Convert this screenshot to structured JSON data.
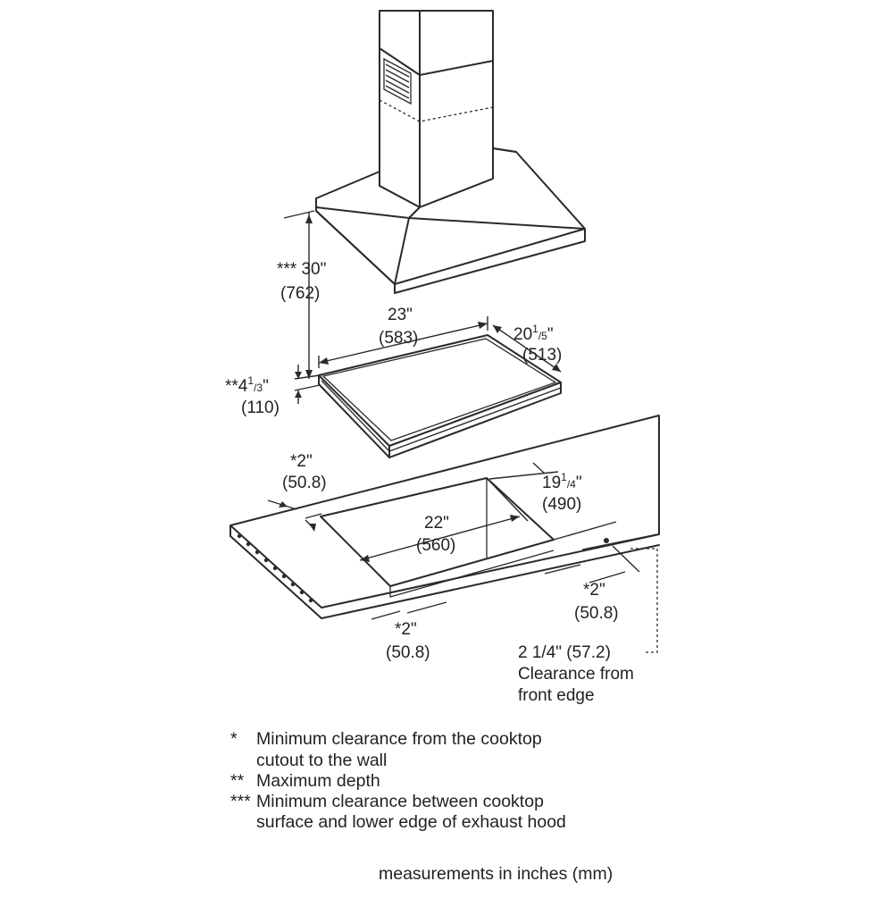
{
  "dimensions": {
    "hood_height": {
      "value": "*** 30\"",
      "mm": "(762)"
    },
    "cooktop_width": {
      "value": "23\"",
      "mm": "(583)"
    },
    "cooktop_depth": {
      "whole": "20",
      "num": "1",
      "den": "5",
      "unit": "\"",
      "mm": "(513)"
    },
    "cooktop_thickness": {
      "prefix": "**4",
      "num": "1",
      "den": "3",
      "unit": "\"",
      "mm": "(110)"
    },
    "wall_clearance": {
      "value": "*2\"",
      "mm": "(50.8)"
    },
    "cutout_depth": {
      "whole": "19",
      "num": "1",
      "den": "4",
      "unit": "\"",
      "mm": "(490)"
    },
    "cutout_width": {
      "value": "22\"",
      "mm": "(560)"
    },
    "side_clearance_right": {
      "value": "*2\"",
      "mm": "(50.8)"
    },
    "side_clearance_left": {
      "value": "*2\"",
      "mm": "(50.8)"
    },
    "front_edge_clearance": {
      "value": "2 1/4\" (57.2)",
      "line1": "Clearance from",
      "line2": "front edge"
    }
  },
  "notes": [
    {
      "mark": "*",
      "line1": "Minimum clearance from the cooktop",
      "line2": "cutout to the wall"
    },
    {
      "mark": "**",
      "line1": "Maximum depth",
      "line2": ""
    },
    {
      "mark": "***",
      "line1": "Minimum clearance between cooktop",
      "line2": "surface and lower edge of exhaust hood"
    }
  ],
  "units_note": "measurements in inches (mm)"
}
